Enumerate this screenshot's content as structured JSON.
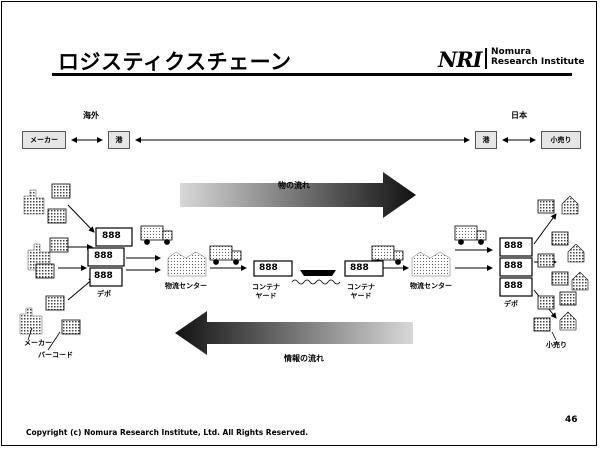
{
  "slide": {
    "title": "ロジスティクスチェーン",
    "logo_mark": "NRI",
    "logo_name_line1": "Nomura",
    "logo_name_line2": "Research Institute",
    "footer": "Copyright (c) Nomura Research Institute, Ltd. All Rights Reserved.",
    "page_number": "46"
  },
  "top_flow": {
    "overseas_label": "海外",
    "japan_label": "日本",
    "maker": "メーカー",
    "port_left": "港",
    "port_right": "港",
    "retail": "小売り"
  },
  "diagram": {
    "goods_flow_label": "物の流れ",
    "info_flow_label": "情報の流れ",
    "depot_left": "デポ",
    "depot_right": "デポ",
    "dc_left": "物流センター",
    "dc_right": "物流センター",
    "cy_left_1": "コンテナ",
    "cy_left_2": "ヤード",
    "cy_right_1": "コンテナ",
    "cy_right_2": "ヤード",
    "maker_label": "メーカー",
    "barcode_label": "バーコード",
    "retail_label": "小売り",
    "code_text": "888"
  }
}
